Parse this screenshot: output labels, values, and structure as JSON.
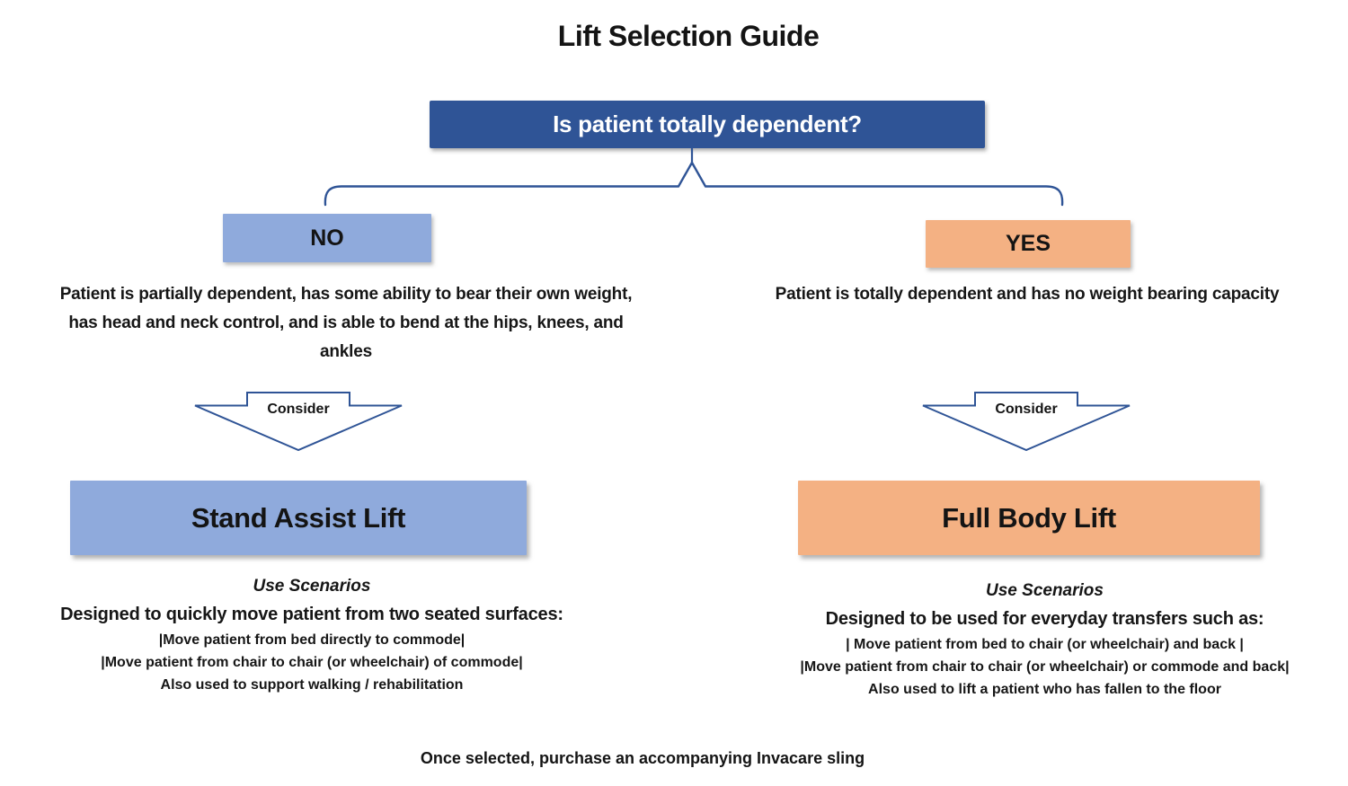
{
  "title": "Lift Selection Guide",
  "question": {
    "label": "Is patient totally dependent?"
  },
  "branches": {
    "no": {
      "label": "NO",
      "description": "Patient is partially dependent, has some ability to bear their own weight, has head and neck control, and is able to bend at the hips, knees, and ankles",
      "consider_label": "Consider",
      "result": "Stand Assist Lift",
      "scenarios_title": "Use Scenarios",
      "scenarios_heading": "Designed to quickly move patient from two seated surfaces:",
      "scenarios": [
        "|Move patient from bed directly to commode|",
        "|Move patient from chair to chair (or wheelchair) of commode|",
        "Also used to support walking / rehabilitation"
      ]
    },
    "yes": {
      "label": "YES",
      "description": "Patient is totally dependent and has no weight bearing capacity",
      "consider_label": "Consider",
      "result": "Full Body Lift",
      "scenarios_title": "Use Scenarios",
      "scenarios_heading": "Designed to be used for everyday transfers such as:",
      "scenarios": [
        "| Move patient from bed to chair (or wheelchair) and back |",
        "|Move patient from chair to chair (or wheelchair) or commode and back|",
        "Also used to lift a patient who has fallen to the floor"
      ]
    }
  },
  "footer_note": "Once selected, purchase an accompanying Invacare sling",
  "colors": {
    "question_bg": "#2F5496",
    "question_text": "#FFFFFF",
    "no_bg": "#8FAADC",
    "yes_bg": "#F4B183",
    "connector": "#2F5496",
    "text": "#1A1A1A"
  }
}
